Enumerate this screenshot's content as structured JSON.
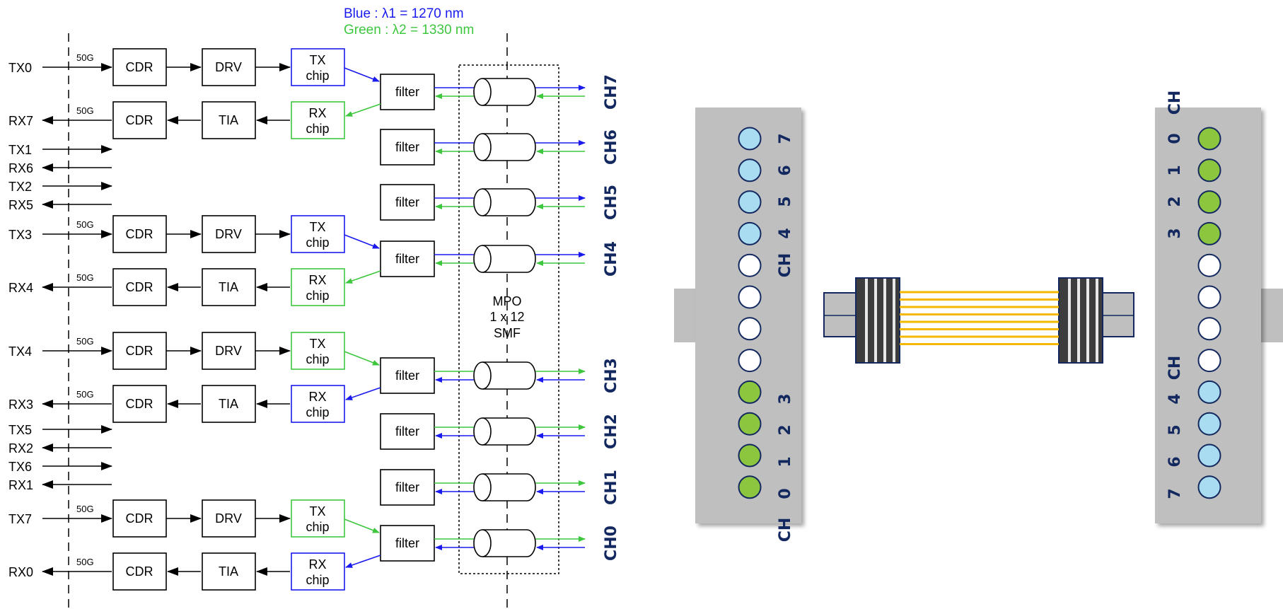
{
  "legend": {
    "blue": "Blue   : λ1 = 1270 nm",
    "green": "Green : λ2 = 1330 nm"
  },
  "colors": {
    "blue": "#1a1aee",
    "green": "#3ec63e",
    "navy": "#12285f",
    "connector_gray": "#bfbfbf",
    "port_blue": "#a9dcf0",
    "port_green": "#8cc63f",
    "fiber_yellow": "#f5b800"
  },
  "labels": {
    "rate": "50G",
    "cdr": "CDR",
    "drv": "DRV",
    "tia": "TIA",
    "tx": "TX",
    "rx": "RX",
    "chip": "chip",
    "filter": "filter",
    "mpo": [
      "MPO",
      "1 x 12",
      "SMF"
    ],
    "ch": "CH"
  },
  "groups": [
    {
      "tx": "TX0",
      "rx": "RX7",
      "tx_color": "blue",
      "out": "CH7",
      "dir": "blue-out"
    },
    {
      "tx": "TX3",
      "rx": "RX4",
      "tx_color": "blue",
      "out": "CH4",
      "dir": "blue-out"
    },
    {
      "tx": "TX4",
      "rx": "RX3",
      "tx_color": "green",
      "out": "CH3",
      "dir": "green-out"
    },
    {
      "tx": "TX7",
      "rx": "RX0",
      "tx_color": "green",
      "out": "CH0",
      "dir": "green-out"
    }
  ],
  "unpopulated": [
    [
      "TX1",
      "RX6",
      "TX2",
      "RX5"
    ],
    [
      "TX5",
      "RX2",
      "TX6",
      "RX1"
    ]
  ],
  "single_channels": [
    {
      "ch": "CH6",
      "dir": "blue-out"
    },
    {
      "ch": "CH5",
      "dir": "blue-out"
    },
    {
      "ch": "CH2",
      "dir": "green-out"
    },
    {
      "ch": "CH1",
      "dir": "green-out"
    }
  ],
  "left_connector": {
    "port_colors": [
      "blue",
      "blue",
      "blue",
      "blue",
      "white",
      "white",
      "white",
      "white",
      "green",
      "green",
      "green",
      "green"
    ],
    "upper_numbers": [
      "7",
      "6",
      "5",
      "4"
    ],
    "upper_ch": "CH",
    "lower_numbers": [
      "3",
      "2",
      "1",
      "0"
    ],
    "lower_ch": "CH"
  },
  "right_connector": {
    "port_colors": [
      "green",
      "green",
      "green",
      "green",
      "white",
      "white",
      "white",
      "white",
      "blue",
      "blue",
      "blue",
      "blue"
    ],
    "upper_ch": "CH",
    "upper_numbers": [
      "0",
      "1",
      "2",
      "3"
    ],
    "lower_ch": "CH",
    "lower_numbers": [
      "4",
      "5",
      "6",
      "7"
    ]
  }
}
